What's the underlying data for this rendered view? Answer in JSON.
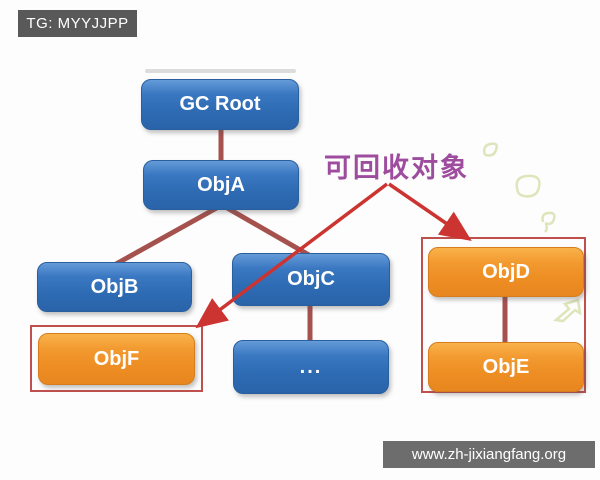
{
  "watermarks": {
    "tag_label": "TG: MYYJJPP",
    "site_label": "www.zh-jixiangfang.org"
  },
  "diagram": {
    "title_annotation": "可回收对象",
    "nodes": {
      "gc_root": "GC Root",
      "obj_a": "ObjA",
      "obj_b": "ObjB",
      "obj_c": "ObjC",
      "obj_dots": "...",
      "obj_f": "ObjF",
      "obj_d": "ObjD",
      "obj_e": "ObjE"
    },
    "edges": [
      "GC Root -> ObjA",
      "ObjA -> ObjB",
      "ObjA -> ObjC",
      "ObjC -> ...",
      "ObjD -> ObjE"
    ],
    "annotation_targets": [
      "ObjF",
      "ObjD"
    ]
  },
  "colors": {
    "node_blue": "#2e6cb4",
    "node_orange": "#ee8f24",
    "tree_connector": "#a5524e",
    "annotation_arrow": "#cc3431",
    "highlight_box_border": "#c0504d",
    "annotation_text": "#9e4d9e",
    "tag_bg": "#595959",
    "site_bg": "#6d6d6d",
    "page_bg": "#fdfdfd"
  }
}
